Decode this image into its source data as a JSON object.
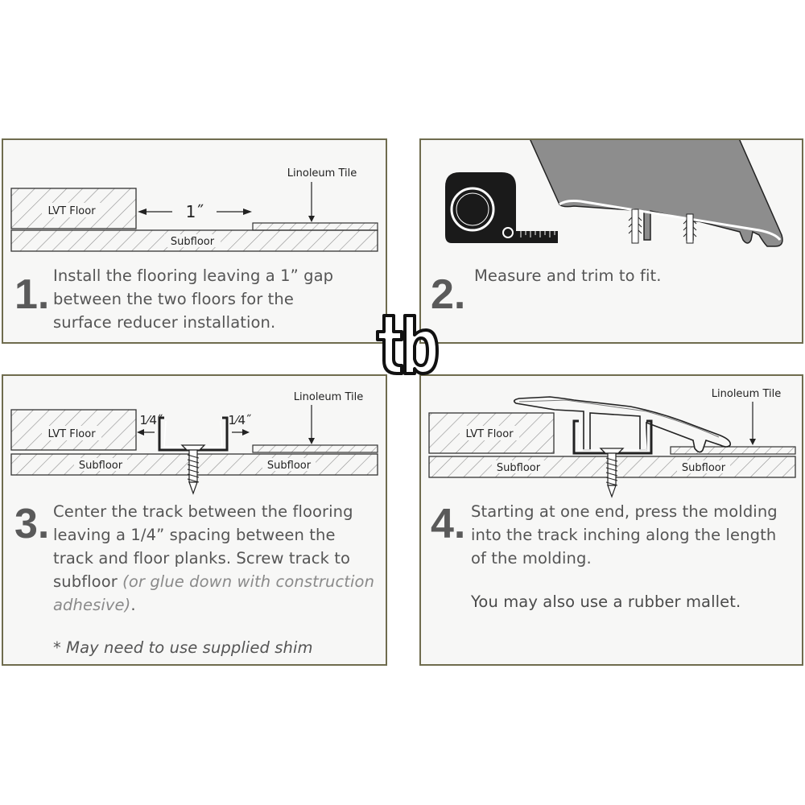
{
  "step1": {
    "number": "1.",
    "labels": {
      "lvt": "LVT Floor",
      "gap": "1˝",
      "linoleum": "Linoleum Tile",
      "subfloor": "Subfloor"
    },
    "text": [
      "Install the flooring leaving a 1” gap",
      "between the two floors for the",
      "surface reducer installation."
    ]
  },
  "step2": {
    "number": "2.",
    "text": [
      "Measure and trim to fit."
    ]
  },
  "step3": {
    "number": "3.",
    "labels": {
      "lvt": "LVT Floor",
      "quarter_left": "1⁄4˝",
      "quarter_right": "1⁄4˝",
      "linoleum": "Linoleum Tile",
      "subfloor_left": "Subfloor",
      "subfloor_right": "Subfloor"
    },
    "text": [
      "Center the track between the flooring",
      "leaving a 1/4” spacing between the",
      "track and floor planks. Screw track to",
      "subfloor"
    ],
    "text_italic": [
      "(or glue down with construction",
      "adhesive)"
    ],
    "text_end": ".",
    "note": "* May need to use supplied shim"
  },
  "step4": {
    "number": "4.",
    "labels": {
      "lvt": "LVT Floor",
      "linoleum": "Linoleum Tile",
      "subfloor_left": "Subfloor",
      "subfloor_right": "Subfloor"
    },
    "text": [
      "Starting at one end, press the molding",
      "into the track inching along the length",
      "of the molding."
    ],
    "extra": "You may also use a rubber mallet."
  },
  "colors": {
    "border": "#6f6c4e",
    "panel_bg": "#f7f7f6",
    "hatch": "#9a9a9a",
    "molding": "#8a8a8a"
  },
  "logo": {
    "icon": "tb-logo-icon"
  }
}
